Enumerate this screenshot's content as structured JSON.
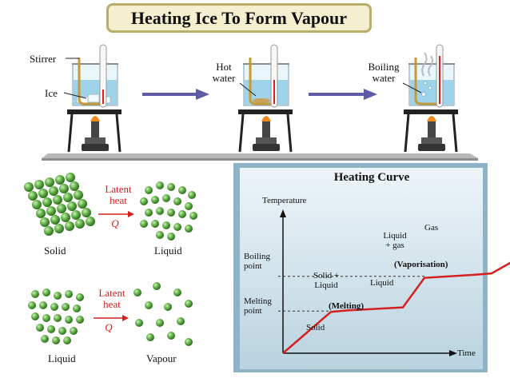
{
  "title": "Heating Ice To Form Vapour",
  "apparatus": {
    "stirrer_label": "Stirrer",
    "ice_label": "Ice",
    "hot_water_label": "Hot\nwater",
    "boiling_water_label": "Boiling\nwater"
  },
  "states": {
    "solid_label": "Solid",
    "liquid_label_1": "Liquid",
    "liquid_label_2": "Liquid",
    "vapour_label": "Vapour",
    "latent_heat_1": "Latent\nheat",
    "latent_heat_2": "Latent\nheat",
    "q_1": "Q",
    "q_2": "Q"
  },
  "colors": {
    "accent_red": "#d42020",
    "arrow_blue": "#5d5aa8",
    "particle_green": "#4f9a3a",
    "panel_bg": "#cfe0ea",
    "title_bg": "#f4f0cf"
  },
  "chart_data": {
    "type": "line",
    "title": "Heating Curve",
    "xlabel": "Time",
    "ylabel": "Temperature",
    "y_ticks": [
      "Melting\npoint",
      "Boiling\npoint"
    ],
    "annotations": {
      "solid": "Solid",
      "solid_liquid": "Solid +\nLiquid",
      "melting": "(Melting)",
      "liquid": "Liquid",
      "liquid_gas": "Liquid\n+ gas",
      "vaporisation": "(Vaporisation)",
      "gas": "Gas"
    },
    "series": [
      {
        "x": [
          0,
          1.0,
          1.35,
          2.5,
          2.95,
          3.95,
          4.35,
          5.0
        ],
        "y": [
          0,
          1.4,
          1.45,
          1.55,
          2.55,
          2.65,
          2.7,
          3.3
        ]
      }
    ]
  }
}
